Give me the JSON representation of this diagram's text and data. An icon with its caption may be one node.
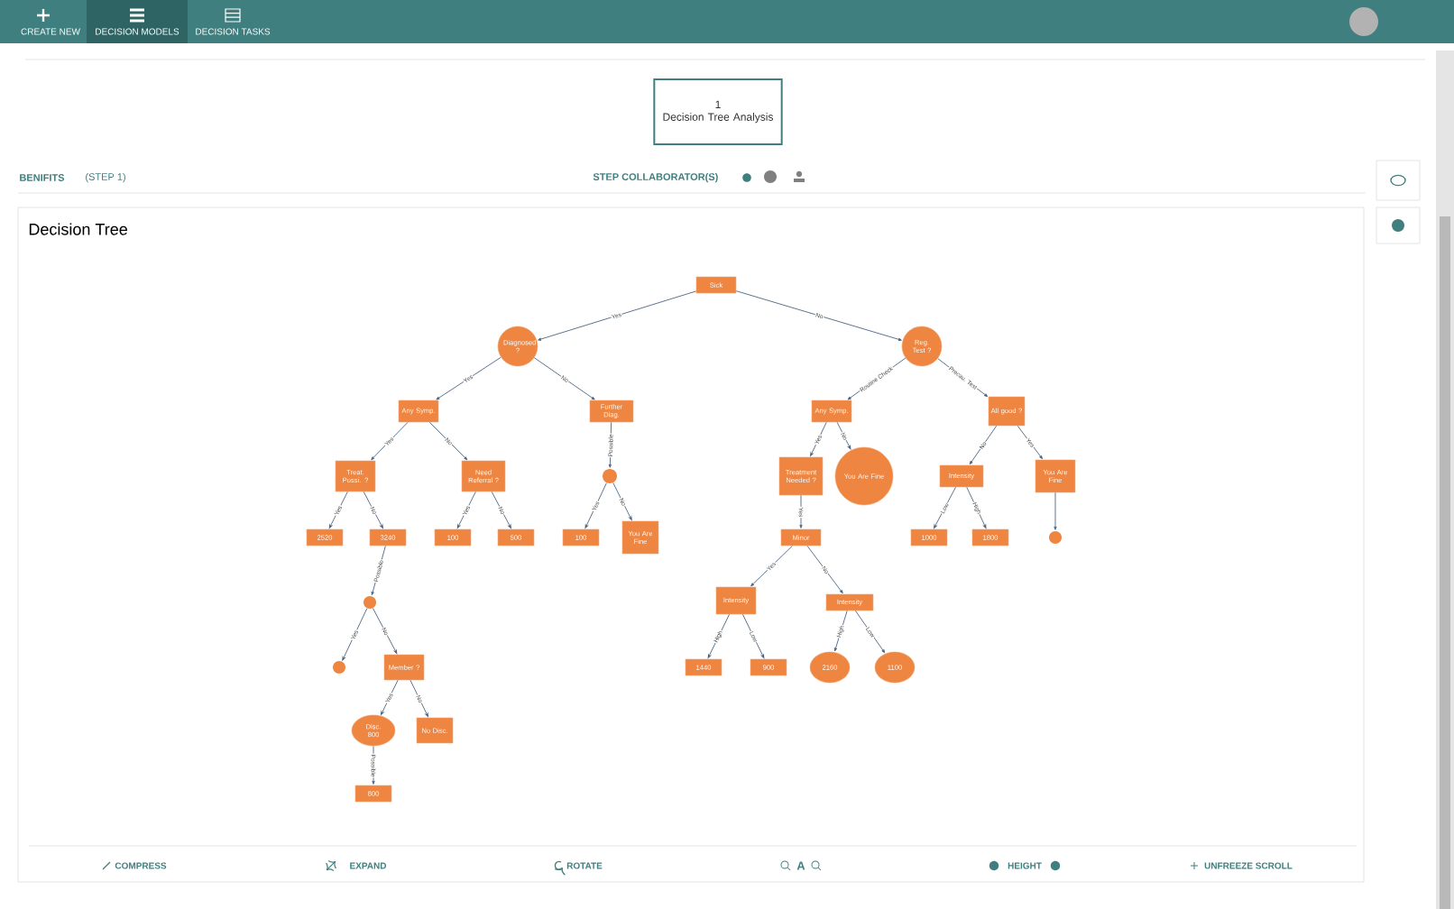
{
  "diagram": {
    "nodes": [
      {
        "text": [
          "1",
          "Decision Tree Analysis"
        ]
      },
      {
        "text": [
          "Sick"
        ]
      },
      {
        "text": [
          "Diagnosed ?"
        ]
      },
      {
        "text": [
          "Reg. Test ?"
        ]
      },
      {
        "text": [
          "Any Symp."
        ]
      },
      {
        "text": [
          "Further Diag."
        ]
      },
      {
        "text": [
          "Any Symp."
        ]
      },
      {
        "text": [
          "You Are Fine"
        ]
      },
      {
        "text": [
          "All good ?"
        ]
      },
      {
        "text": [
          "Treat. Possi. ?"
        ]
      },
      {
        "text": [
          "Need Referral ?"
        ]
      },
      {
        "text": [],
        "shape": "circle"
      },
      {
        "text": [
          "Treatment Needed ?"
        ]
      },
      {
        "text": [
          "Intensity"
        ]
      },
      {
        "text": [
          "You Are Fine"
        ]
      },
      {
        "text": [
          "2520"
        ]
      },
      {
        "text": [
          "3240"
        ]
      },
      {
        "text": [
          "100"
        ]
      },
      {
        "text": [
          "500"
        ]
      },
      {
        "text": [
          "100"
        ]
      },
      {
        "text": [
          "You Are Fine"
        ]
      },
      {
        "text": [
          "Minor"
        ]
      },
      {
        "text": [
          "1000"
        ]
      },
      {
        "text": [
          "1800"
        ]
      },
      {
        "text": [],
        "shape": "circle"
      },
      {
        "text": [],
        "shape": "circle"
      },
      {
        "text": [
          "Intensity"
        ]
      },
      {
        "text": [
          "Intensity"
        ]
      },
      {
        "text": [],
        "shape": "circle"
      },
      {
        "text": [
          "Member ?"
        ]
      },
      {
        "text": [
          "1440"
        ]
      },
      {
        "text": [
          "900"
        ]
      },
      {
        "text": [
          "2160"
        ]
      },
      {
        "text": [
          "1100"
        ]
      },
      {
        "text": [
          "Disc. 800"
        ]
      },
      {
        "text": [
          "No Disc."
        ]
      },
      {
        "text": [
          "800"
        ]
      }
    ],
    "edges": [
      {
        "from": 1,
        "to": 2,
        "arrow": "to",
        "label": "Yes"
      },
      {
        "from": 1,
        "to": 3,
        "arrow": "to",
        "label": "No"
      },
      {
        "from": 2,
        "to": 4,
        "arrow": "to",
        "label": "Yes"
      },
      {
        "from": 2,
        "to": 5,
        "arrow": "to",
        "label": "No"
      },
      {
        "from": 4,
        "to": 9,
        "arrow": "to",
        "label": "Yes"
      },
      {
        "from": 4,
        "to": 10,
        "arrow": "to",
        "label": "No"
      },
      {
        "from": 9,
        "to": 15,
        "arrow": "to",
        "label": "Yes"
      },
      {
        "from": 9,
        "to": 16,
        "arrow": "to",
        "label": "No"
      },
      {
        "from": 10,
        "to": 17,
        "arrow": "to",
        "label": "Yes"
      },
      {
        "from": 10,
        "to": 18,
        "arrow": "to",
        "label": "No"
      },
      {
        "from": 5,
        "to": 11,
        "arrow": "to",
        "label": "Possible"
      },
      {
        "from": 11,
        "to": 19,
        "arrow": "to",
        "label": "Yes"
      },
      {
        "from": 11,
        "to": 20,
        "arrow": "to",
        "label": "No"
      },
      {
        "from": 3,
        "to": 6,
        "arrow": "to",
        "label": "Routine Check"
      },
      {
        "from": 3,
        "to": 8,
        "arrow": "to",
        "label": "Precau. Test"
      },
      {
        "from": 6,
        "to": 12,
        "arrow": "to",
        "label": "Yes"
      },
      {
        "from": 6,
        "to": 7,
        "arrow": "to",
        "label": "No"
      },
      {
        "from": 8,
        "to": 13,
        "arrow": "to",
        "label": "No"
      },
      {
        "from": 8,
        "to": 14,
        "arrow": "to",
        "label": "Yes"
      },
      {
        "from": 12,
        "to": 21,
        "arrow": "to",
        "label": "Yes"
      },
      {
        "from": 13,
        "to": 22,
        "arrow": "to",
        "label": "Low"
      },
      {
        "from": 13,
        "to": 23,
        "arrow": "to",
        "label": "High"
      },
      {
        "from": 14,
        "to": 24,
        "arrow": "to"
      },
      {
        "from": 16,
        "to": 25,
        "arrow": "to",
        "label": "Possible"
      },
      {
        "from": 21,
        "to": 26,
        "arrow": "to",
        "label": "Yes"
      },
      {
        "from": 21,
        "to": 27,
        "arrow": "to",
        "label": "No"
      },
      {
        "from": 25,
        "to": 28,
        "arrow": "to",
        "label": "Yes"
      },
      {
        "from": 25,
        "to": 29,
        "arrow": "to",
        "label": "No"
      },
      {
        "from": 26,
        "to": 30,
        "arrow": "to",
        "label": "High"
      },
      {
        "from": 26,
        "to": 31,
        "arrow": "to",
        "label": "Low"
      },
      {
        "from": 27,
        "to": 32,
        "arrow": "to",
        "label": "High"
      },
      {
        "from": 27,
        "to": 33,
        "arrow": "to",
        "label": "Low"
      },
      {
        "from": 29,
        "to": 34,
        "arrow": "to",
        "label": "Yes"
      },
      {
        "from": 29,
        "to": 35,
        "arrow": "to",
        "label": "No"
      },
      {
        "from": 34,
        "to": 36,
        "arrow": "to",
        "label": "Possible"
      }
    ],
    "labels": [
      "CREATE NEW",
      "DECISION MODELS",
      "DECISION TASKS",
      "BENIFITS",
      "(STEP 1)",
      "STEP COLLABORATOR(S)",
      "Decision Tree",
      "COMPRESS",
      "EXPAND",
      "ROTATE",
      "A",
      "HEIGHT",
      "UNFREEZE SCROLL"
    ]
  }
}
